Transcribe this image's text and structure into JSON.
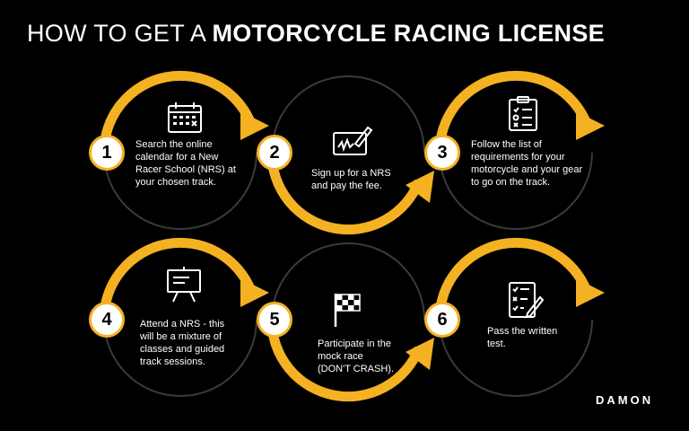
{
  "title": {
    "prefix": "HOW TO GET A ",
    "emphasis": "MOTORCYCLE RACING LICENSE"
  },
  "brand": "DAMON",
  "colors": {
    "accent": "#f4b223",
    "background": "#000000",
    "ring": "#3a3a3a"
  },
  "steps": [
    {
      "number": "1",
      "icon": "calendar-icon",
      "text": "Search the online calendar for a New Racer School (NRS) at your chosen track."
    },
    {
      "number": "2",
      "icon": "payment-pen-icon",
      "text": "Sign up for a NRS and pay the fee."
    },
    {
      "number": "3",
      "icon": "checklist-icon",
      "text": "Follow the list of requirements for your motorcycle and your gear to go on the track."
    },
    {
      "number": "4",
      "icon": "presentation-board-icon",
      "text": "Attend a NRS - this will be a mixture of classes and guided track sessions."
    },
    {
      "number": "5",
      "icon": "checkered-flag-icon",
      "text": "Participate in the mock race (DON'T CRASH)."
    },
    {
      "number": "6",
      "icon": "written-test-icon",
      "text": "Pass the written test."
    }
  ]
}
